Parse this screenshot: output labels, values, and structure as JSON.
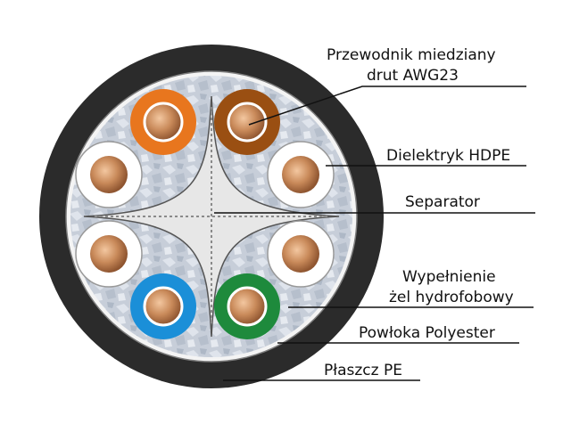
{
  "labels": {
    "conductor_line1": "Przewodnik miedziany",
    "conductor_line2": "drut AWG23",
    "dielectric": "Dielektryk HDPE",
    "separator": "Separator",
    "filler_line1": "Wypełnienie",
    "filler_line2": "żel hydrofobowy",
    "wrap": "Powłoka Polyester",
    "jacket": "Płaszcz PE"
  },
  "colors": {
    "jacket": "#2b2b2b",
    "filler": "#c9d0da",
    "copper": "#c98a5a",
    "pair_orange": "#e8761e",
    "pair_brown": "#9a4f12",
    "pair_white": "#ffffff",
    "pair_blue": "#1b8fd8",
    "pair_green": "#1e8a3c"
  }
}
